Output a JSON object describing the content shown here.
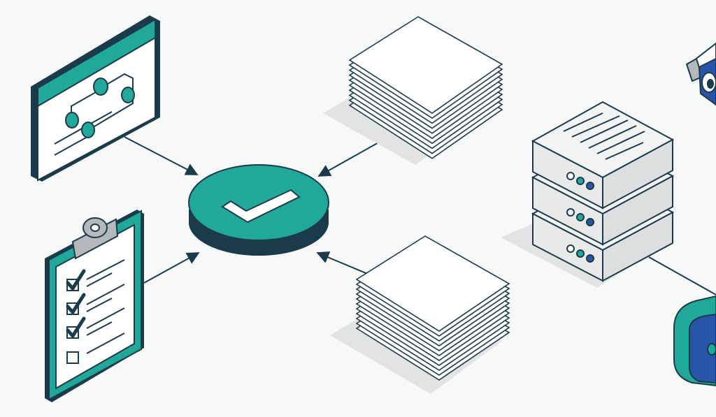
{
  "diagram": {
    "nodes": [
      {
        "id": "workflow-window",
        "icon": "workflow-window-icon"
      },
      {
        "id": "checklist-clipboard",
        "icon": "clipboard-checklist-icon",
        "checked_items": 3,
        "total_items": 4
      },
      {
        "id": "document-stack-top",
        "icon": "document-stack-icon"
      },
      {
        "id": "document-stack-bottom",
        "icon": "document-stack-icon"
      },
      {
        "id": "verification-hub",
        "icon": "checkmark-icon"
      },
      {
        "id": "server-rack",
        "icon": "server-rack-icon",
        "units": 3
      },
      {
        "id": "security-camera",
        "icon": "security-camera-icon"
      },
      {
        "id": "padlock",
        "icon": "padlock-icon"
      }
    ],
    "edges": [
      {
        "from": "workflow-window",
        "to": "verification-hub"
      },
      {
        "from": "checklist-clipboard",
        "to": "verification-hub"
      },
      {
        "from": "document-stack-top",
        "to": "verification-hub"
      },
      {
        "from": "document-stack-bottom",
        "to": "verification-hub"
      },
      {
        "from": "server-rack",
        "to": "padlock"
      }
    ]
  },
  "colors": {
    "background": "#f7f8f8",
    "teal": "#20a99b",
    "dark-navy": "#1c3b4a",
    "blue": "#2955a8",
    "paper": "#ffffff",
    "server-gray": "#e8eaea",
    "shadow": "#e2e4e4"
  }
}
